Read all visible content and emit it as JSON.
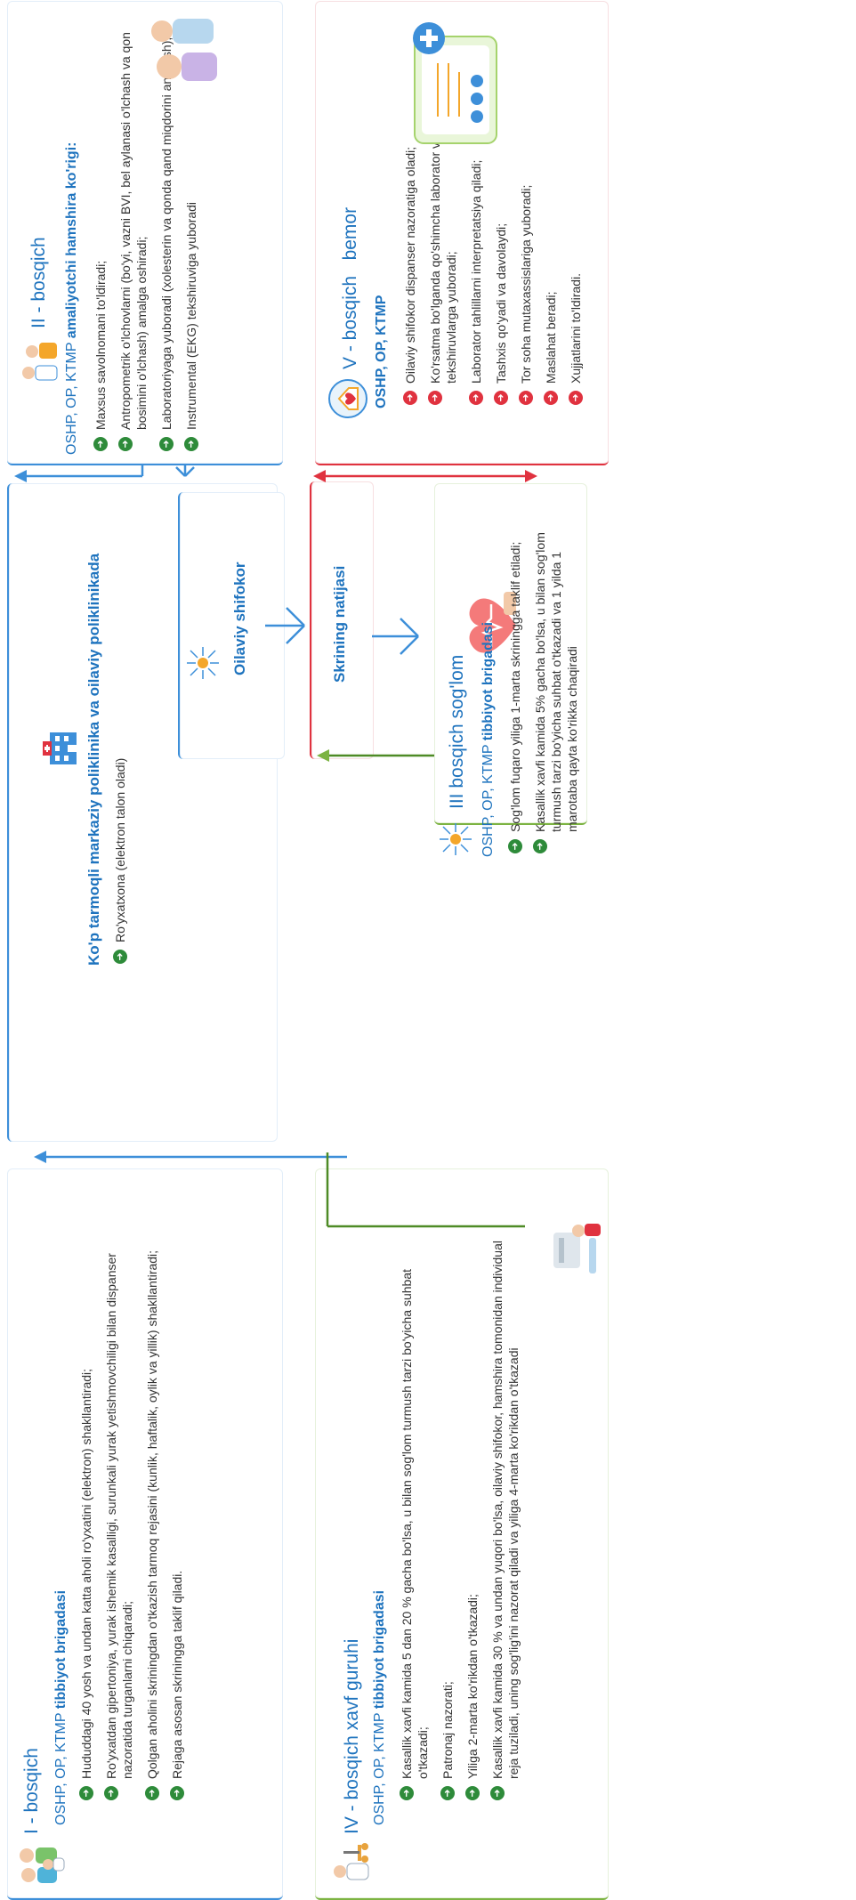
{
  "stage1": {
    "title": "I - bosqich",
    "subhead_prefix": "OSHP, OP, KTMP ",
    "subhead_bold": "tibbiyot brigadasi",
    "items": [
      "Hududdagi 40 yosh va undan katta aholi ro'yxatini (elektron) shakllantiradi;",
      "Ro'yxatdan gipertoniya, yurak ishemik kasalligi, surunkali yurak yetishmovchiligi bilan dispanser nazoratida turganlarni chiqaradi;",
      "Qolgan aholini skriningdan o'tkazish tarmoq rejasini (kunlik, haftalik, oylik va yillik) shakllantiradi;",
      "Rejaga asosan skriningga taklif qiladi."
    ]
  },
  "center": {
    "title": "Ko'p tarmoqli markaziy poliklinika va oilaviy poliklinikada",
    "item": "Ro'yxatxona (elektron talon oladi)",
    "family_doctor": "Oilaviy shifokor",
    "result": "Skrining natijasi"
  },
  "stage2": {
    "title": "II - bosqich",
    "subhead_prefix": "OSHP, OP, KTMP ",
    "subhead_bold": "amaliyotchi hamshira ko'rigi:",
    "items": [
      "Maxsus savolnomani to'ldiradi;",
      "Antropometrik o'lchovlarni (bo'yi, vazni BVI, bel aylanasi o'lchash va qon bosimini o'lchash) amalga oshiradi;",
      "Laboratoriyaga yuboradi (xolesterin va qonda qand miqdorini aniqlash);",
      "Instrumental (EKG) tekshiruviga yuboradi"
    ]
  },
  "stage3": {
    "title": "III bosqich sog'lom",
    "subhead_prefix": "OSHP, OP, KTMP ",
    "subhead_bold": "tibbiyot brigadasi",
    "items": [
      "Sog'lom fuqaro yiliga 1-marta skriningga taklif etiladi;",
      "Kasallik xavfi kamida 5% gacha bo'lsa, u bilan sog'lom turmush tarzi bo'yicha suhbat o'tkazadi va 1 yilda 1 marotaba qayta ko'rikka chaqiradi"
    ]
  },
  "stage4": {
    "title": "IV - bosqich xavf guruhi",
    "subhead_prefix": "OSHP, OP, KTMP ",
    "subhead_bold": "tibbiyot brigadasi",
    "items": [
      "Kasallik xavfi kamida 5 dan 20 % gacha bo'lsa, u bilan sog'lom turmush tarzi bo'yicha suhbat o'tkazadi;",
      "Patronaj nazorati;",
      "Yiliga 2-marta ko'rikdan o'tkazadi;",
      "Kasallik xavfi kamida 30 % va undan yuqori bo'lsa, oilaviy shifokor, hamshira tomonidan individual reja tuziladi, uning sog'lig'ini nazorat qiladi va yiliga 4-marta ko'rikdan o'tkazadi"
    ]
  },
  "stage5": {
    "title_main": "V - bosqich",
    "title_tail": "bemor",
    "subhead": "OSHP, OP, KTMP",
    "items": [
      "Oilaviy shifokor dispanser nazoratiga oladi;",
      "Ko'rsatma bo'lganda qo'shimcha laborator va instrumental tekshiruvlarga yuboradi;",
      "Laborator tahlillarni interpretatsiya qiladi;",
      "Tashxis qo'yadi va davolaydi;",
      "Tor soha mutaxassislariga yuboradi;",
      "Maslahat beradi;",
      "Xujjatlarini to'ldiradi."
    ]
  },
  "colors": {
    "blue": "#1e73be",
    "red": "#e0323f",
    "green": "#4e8b26"
  }
}
